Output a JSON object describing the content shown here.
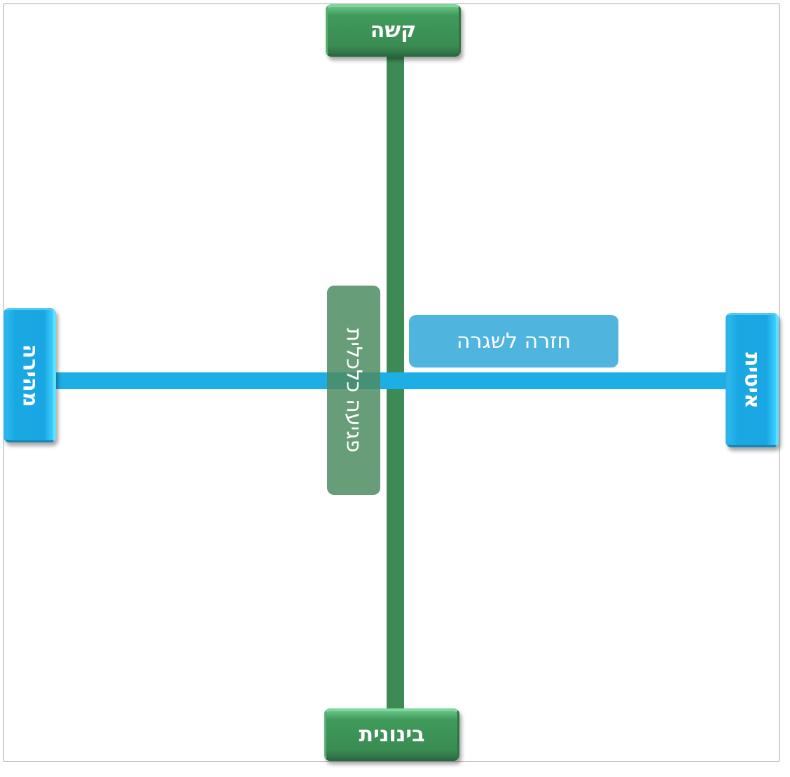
{
  "diagram": {
    "top_label": "קשה",
    "bottom_label": "בינונית",
    "left_label": "מהירה",
    "right_label": "איטית",
    "center_right_label": "חזרה לשגרה",
    "center_vertical_label": "פגיעה כלכלית"
  },
  "colors": {
    "vertical_axis": "#3d8a55",
    "horizontal_axis": "#1eaee6",
    "green_button": "#3f9a5b",
    "blue_button": "#1aa8e3",
    "blue_label_box": "#4fb5df",
    "green_label_box": "#4e8c62"
  }
}
